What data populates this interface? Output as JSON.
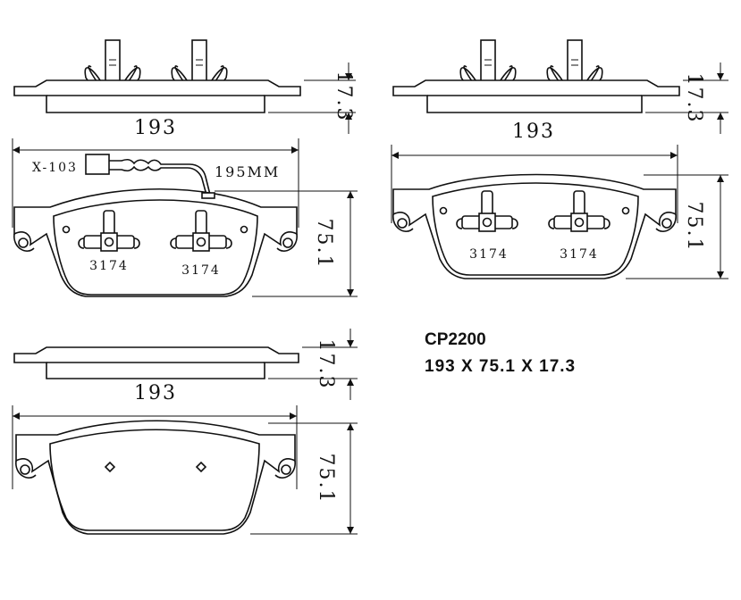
{
  "product": {
    "code": "CP2200",
    "dimensions_text": "193 X 75.1 X 17.3"
  },
  "dimensions": {
    "width": "193",
    "height": "75.1",
    "thickness": "17.3"
  },
  "sensor": {
    "code": "X-103",
    "length": "195MM"
  },
  "clip_code": "3174"
}
